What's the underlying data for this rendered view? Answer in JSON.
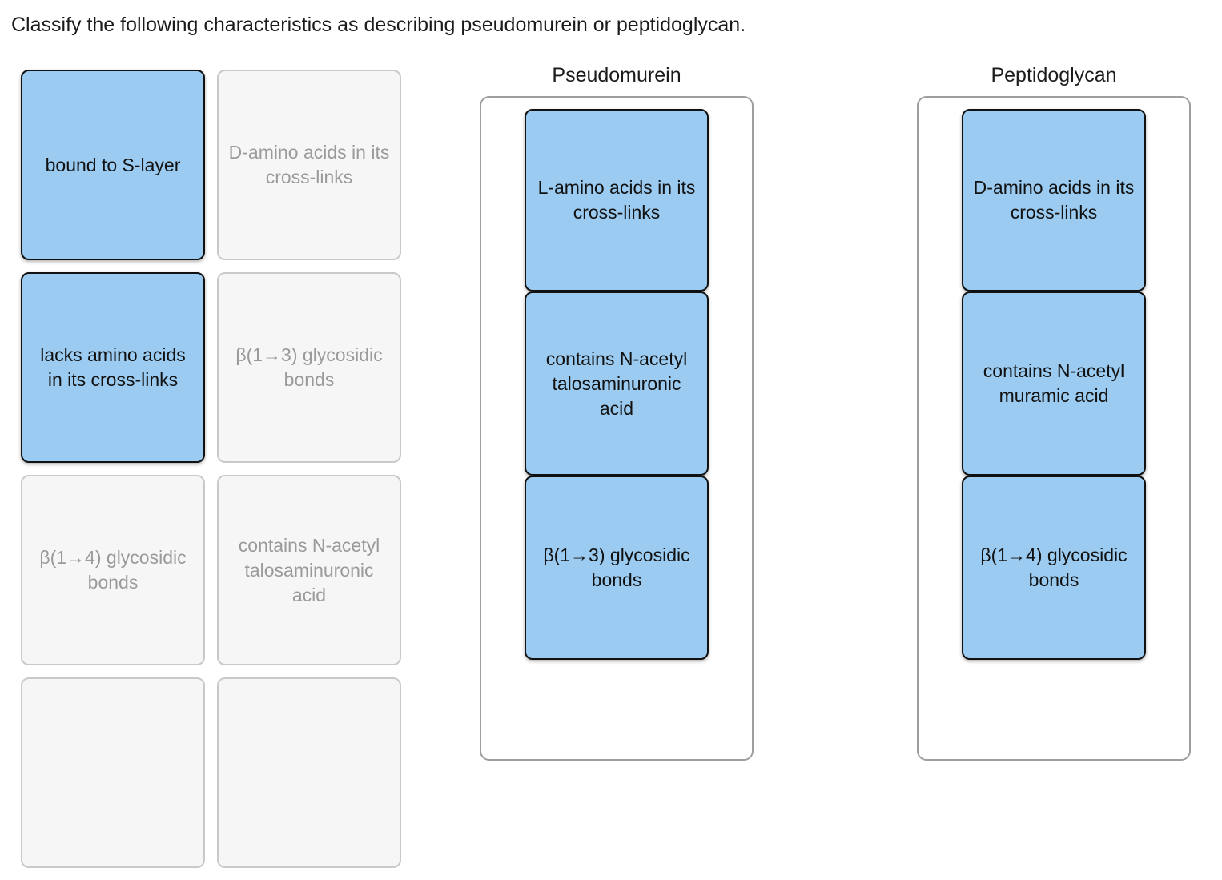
{
  "prompt": "Classify the following characteristics as describing pseudomurein or peptidoglycan.",
  "colors": {
    "tile_active_fill": "#9BCBF0",
    "tile_active_border": "#111111",
    "tile_used_fill": "#F6F6F6",
    "tile_used_border": "#C9C9C9",
    "tile_used_text": "#9A9A9A",
    "zone_border": "#9E9E9E",
    "page_background": "#FFFFFF",
    "text": "#1B1B1B"
  },
  "bank": {
    "rows": [
      [
        {
          "label": "bound to S-layer",
          "state": "available"
        },
        {
          "label": "D-amino acids in its cross-links",
          "state": "used"
        }
      ],
      [
        {
          "label": "lacks amino acids in its cross-links",
          "state": "available"
        },
        {
          "label": "β(1→3) glycosidic bonds",
          "state": "used"
        }
      ],
      [
        {
          "label": "β(1→4) glycosidic bonds",
          "state": "used"
        },
        {
          "label": "contains N-acetyl talosaminuronic acid",
          "state": "used"
        }
      ],
      [
        {
          "label": "",
          "state": "used"
        },
        {
          "label": "",
          "state": "used"
        }
      ]
    ]
  },
  "zones": [
    {
      "title": "Pseudomurein",
      "tiles": [
        {
          "label": "L-amino acids in its cross-links"
        },
        {
          "label": "contains N-acetyl talosaminuronic acid"
        },
        {
          "label": "β(1→3) glycosidic bonds"
        }
      ]
    },
    {
      "title": "Peptidoglycan",
      "tiles": [
        {
          "label": "D-amino acids in its cross-links"
        },
        {
          "label": "contains N-acetyl muramic acid"
        },
        {
          "label": "β(1→4) glycosidic bonds"
        }
      ]
    }
  ]
}
